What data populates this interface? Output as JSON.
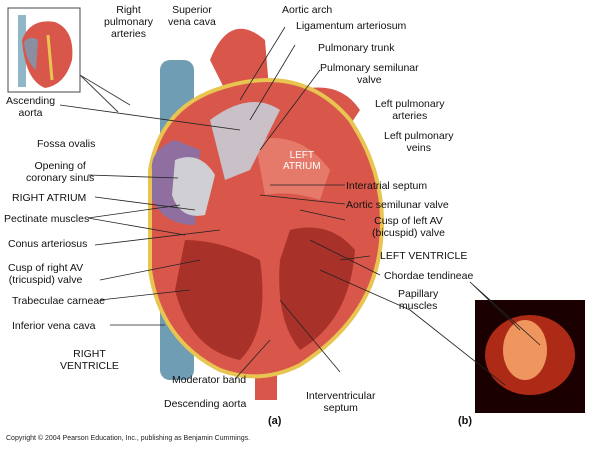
{
  "labels": {
    "right_pulmonary_arteries": "Right\npulmonary\narteries",
    "superior_vena_cava": "Superior\nvena cava",
    "aortic_arch": "Aortic arch",
    "ligamentum_arteriosum": "Ligamentum arteriosum",
    "pulmonary_trunk": "Pulmonary trunk",
    "pulmonary_semilunar_valve": "Pulmonary semilunar\nvalve",
    "left_pulmonary_arteries": "Left pulmonary\narteries",
    "left_pulmonary_veins": "Left pulmonary\nveins",
    "ascending_aorta": "Ascending\naorta",
    "fossa_ovalis": "Fossa ovalis",
    "opening_coronary_sinus": "Opening of\ncoronary sinus",
    "right_atrium": "RIGHT ATRIUM",
    "pectinate_muscles": "Pectinate muscles",
    "conus_arteriosus": "Conus arteriosus",
    "cusp_right_av": "Cusp of right AV\n(tricuspid) valve",
    "trabeculae_carneae": "Trabeculae carneae",
    "inferior_vena_cava": "Inferior vena cava",
    "right_ventricle": "RIGHT\nVENTRICLE",
    "moderator_band": "Moderator band",
    "descending_aorta": "Descending aorta",
    "interventricular_septum": "Interventricular\nseptum",
    "left_atrium": "LEFT\nATRIUM",
    "interatrial_septum": "Interatrial septum",
    "aortic_semilunar_valve": "Aortic semilunar valve",
    "cusp_left_av": "Cusp of left AV\n(bicuspid) valve",
    "left_ventricle": "LEFT VENTRICLE",
    "chordae_tendineae": "Chordae tendineae",
    "papillary_muscles": "Papillary\nmuscles"
  },
  "panels": {
    "a": "(a)",
    "b": "(b)"
  },
  "copyright": "Copyright © 2004 Pearson Education, Inc., publishing as Benjamin Cummings.",
  "colors": {
    "muscle": "#d9574a",
    "vein": "#6f9db3",
    "dark_muscle": "#a8322a",
    "fat": "#e8c450",
    "valve": "#c7c7c7"
  }
}
